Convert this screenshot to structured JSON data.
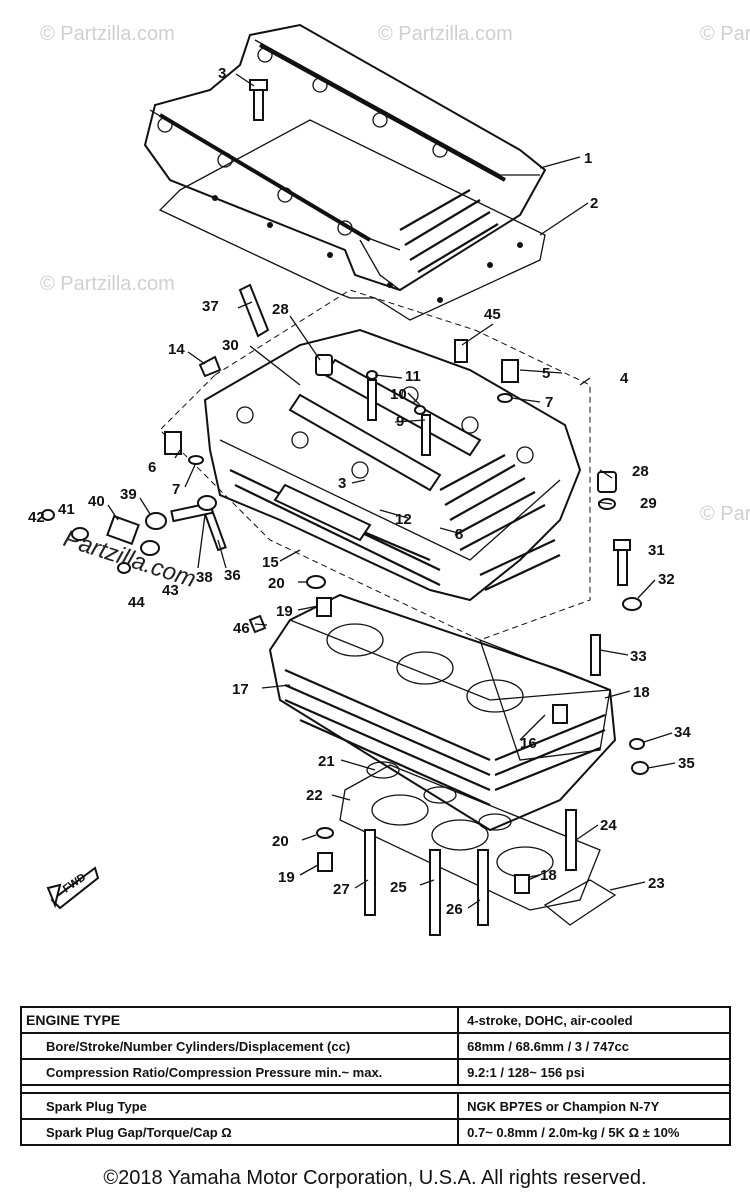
{
  "watermark": "© Partzilla.com",
  "watermark_partial": "Partzilla.com",
  "fwd_label": "FWD",
  "callouts": [
    "1",
    "2",
    "3",
    "4",
    "5",
    "6",
    "7",
    "7",
    "8",
    "9",
    "10",
    "11",
    "12",
    "14",
    "15",
    "16",
    "17",
    "18",
    "18",
    "19",
    "19",
    "20",
    "20",
    "21",
    "22",
    "23",
    "24",
    "25",
    "26",
    "27",
    "28",
    "28",
    "29",
    "30",
    "31",
    "32",
    "33",
    "34",
    "35",
    "36",
    "37",
    "38",
    "39",
    "40",
    "41",
    "42",
    "43",
    "44",
    "45",
    "46",
    "3"
  ],
  "spec_table": {
    "rows": [
      {
        "label": "ENGINE TYPE",
        "value": "4-stroke, DOHC, air-cooled"
      },
      {
        "label": "Bore/Stroke/Number Cylinders/Displacement (cc)",
        "value": "68mm / 68.6mm / 3 / 747cc"
      },
      {
        "label": "Compression Ratio/Compression Pressure  min.~ max.",
        "value": "9.2:1 / 128~ 156 psi"
      },
      {
        "label": "Spark Plug Type",
        "value": "NGK BP7ES or Champion N-7Y"
      },
      {
        "label": "Spark Plug Gap/Torque/Cap Ω",
        "value": "0.7~ 0.8mm / 2.0m-kg / 5K Ω ± 10%"
      }
    ]
  },
  "copyright": "©2018  Yamaha Motor Corporation, U.S.A. All rights reserved."
}
